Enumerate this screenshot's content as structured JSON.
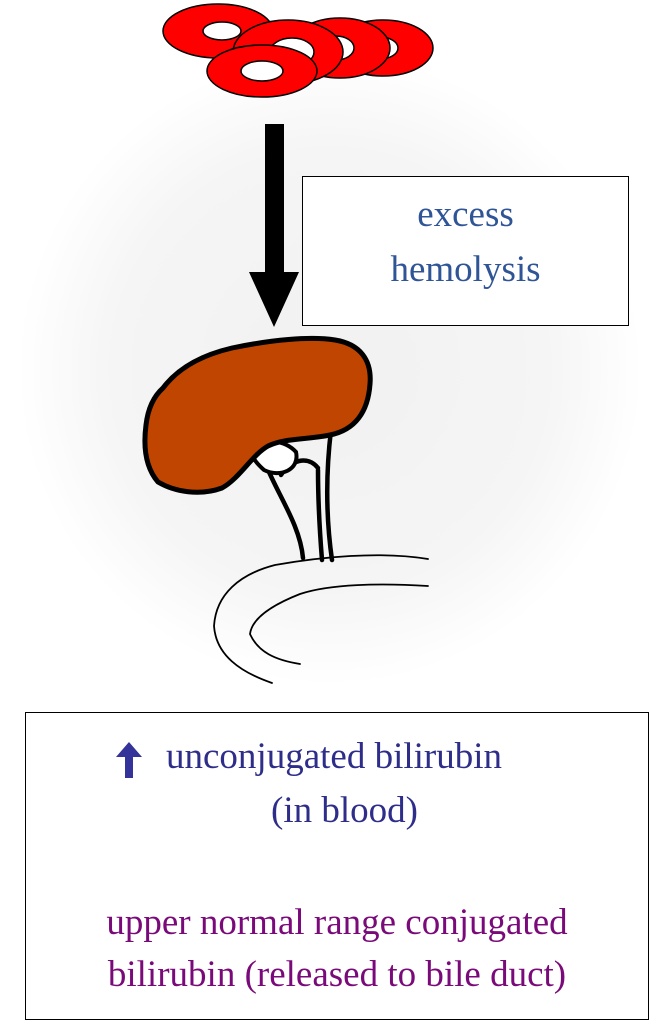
{
  "hemolysis_label": {
    "line1": "excess",
    "line2": "hemolysis"
  },
  "result": {
    "unconjugated_line1": "unconjugated bilirubin",
    "unconjugated_line2": "(in blood)",
    "conjugated_line1": "upper normal range conjugated",
    "conjugated_line2": "bilirubin (released to bile duct)"
  },
  "icons": {
    "cells": "red-blood-cells-icon",
    "arrow": "down-arrow-icon",
    "liver": "liver-icon",
    "duct": "bile-duct-icon",
    "duodenum": "duodenum-icon",
    "increase": "up-arrow-icon"
  },
  "colors": {
    "red_cell": "#ff0000",
    "liver": "#c04500",
    "hemolysis_text": "#2f5597",
    "unconjugated_text": "#2e2e8a",
    "conjugated_text": "#7a0a7a",
    "up_arrow": "#333399",
    "background_glow": "#f3f3f3"
  }
}
